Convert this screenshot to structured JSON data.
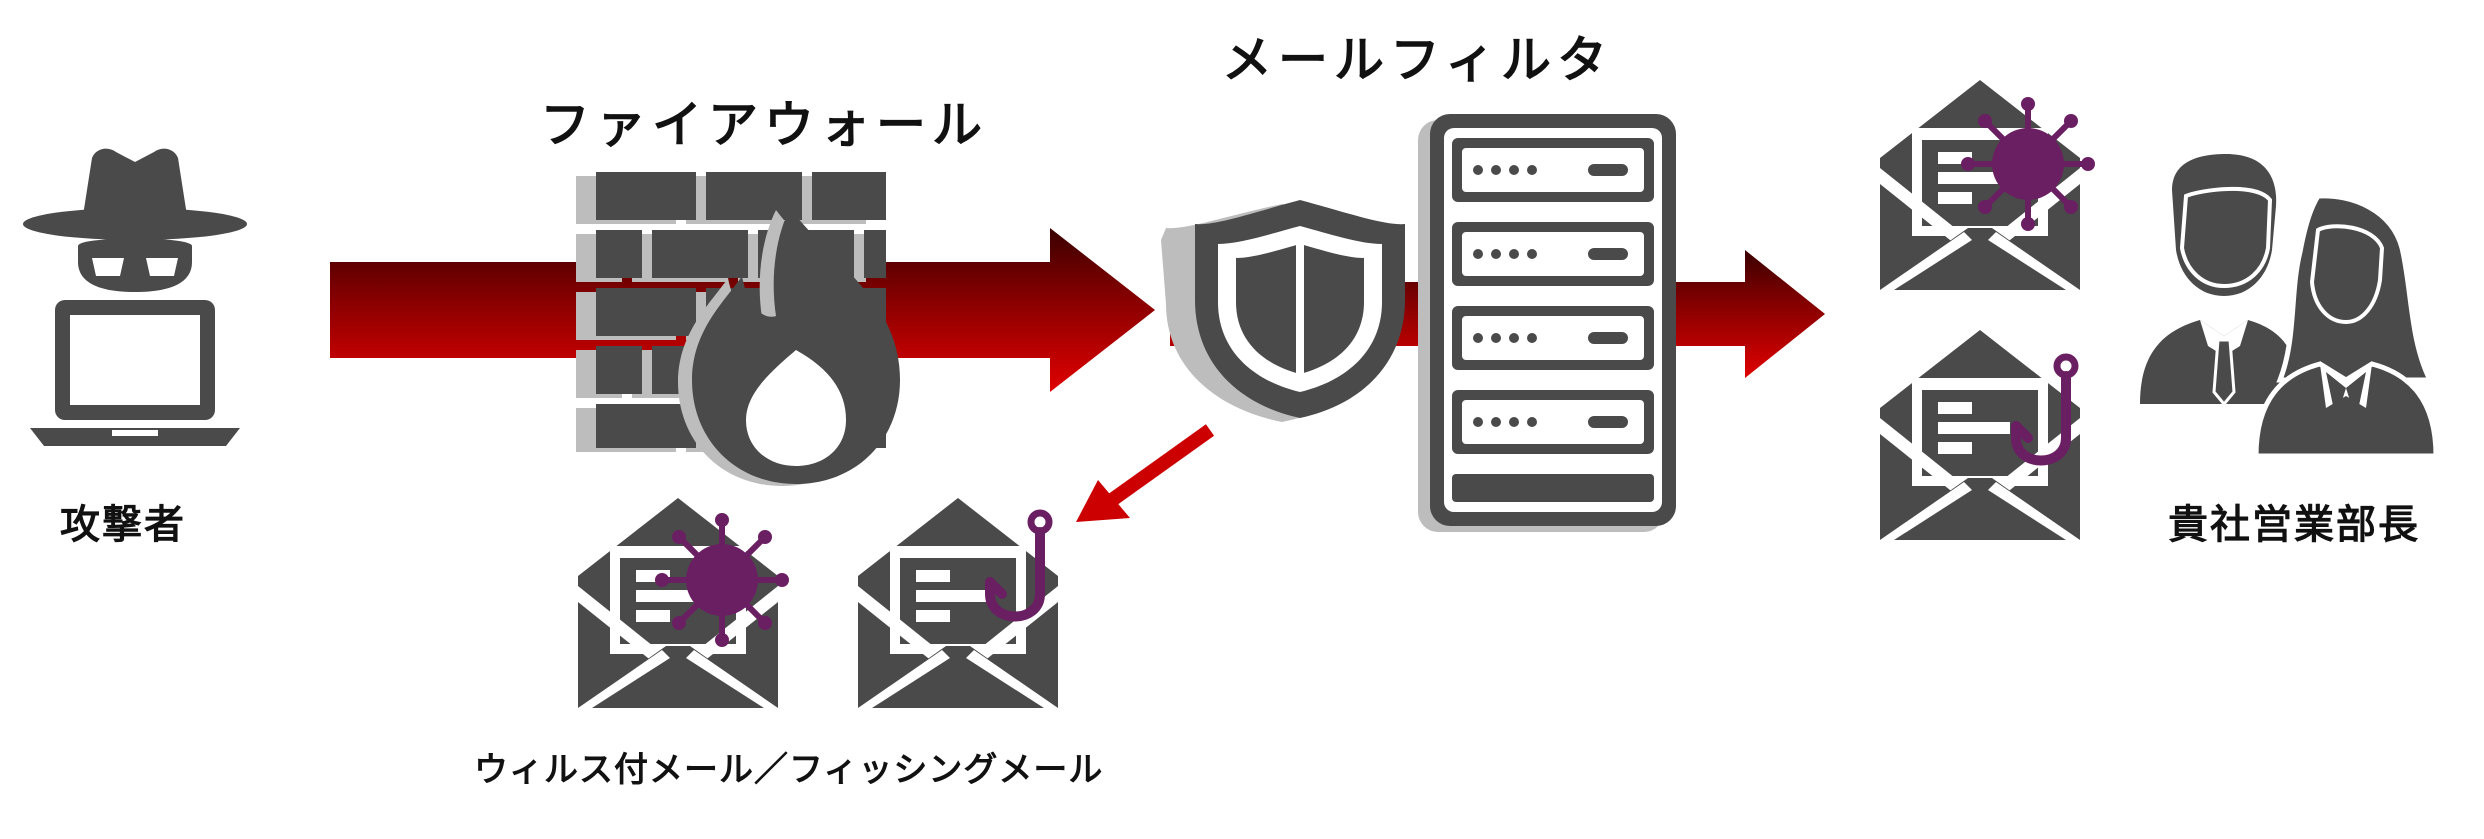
{
  "labels": {
    "attacker": "攻撃者",
    "firewall": "ファイアウォール",
    "mail_filter": "メールフィルタ",
    "recipient": "貴社営業部長",
    "blocked_mail": "ウィルス付メール／フィッシングメール"
  },
  "icons": {
    "attacker": "hacker-laptop-icon",
    "firewall": "brick-wall-flame-icon",
    "filter_shield": "shield-icon",
    "filter_server": "server-rack-icon",
    "virus_mail": "virus-envelope-icon",
    "phishing_mail": "phishing-hook-envelope-icon",
    "recipient": "business-people-icon"
  },
  "colors": {
    "icon_gray": "#4a4a4a",
    "arrow_red": "#cc0000",
    "arrow_dark": "#4a0000",
    "virus_purple": "#6a1f63",
    "label_text": "#111111"
  }
}
